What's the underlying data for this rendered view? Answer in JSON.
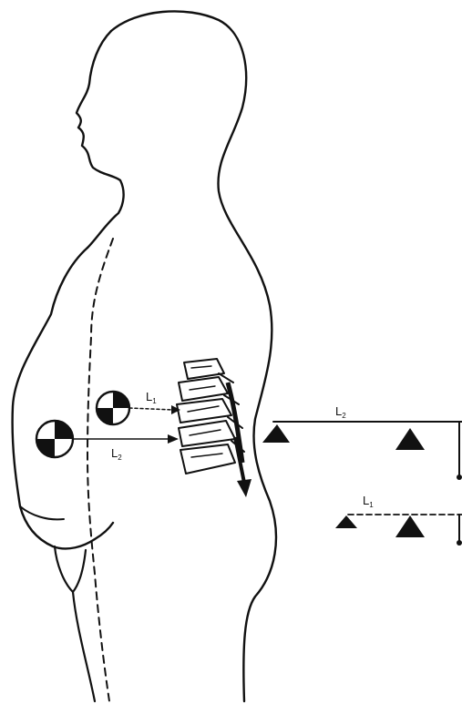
{
  "labels": {
    "body_lever_upper": {
      "main": "L",
      "sub": "1"
    },
    "body_lever_lower": {
      "main": "L",
      "sub": "2"
    },
    "beam_upper": {
      "main": "L",
      "sub": "2"
    },
    "beam_lower": {
      "main": "L",
      "sub": "1"
    }
  },
  "icons": [
    "center-of-mass-symbol",
    "fulcrum-triangle",
    "vertebra",
    "arrow"
  ],
  "colors": {
    "ink": "#111111",
    "background": "#ffffff"
  }
}
